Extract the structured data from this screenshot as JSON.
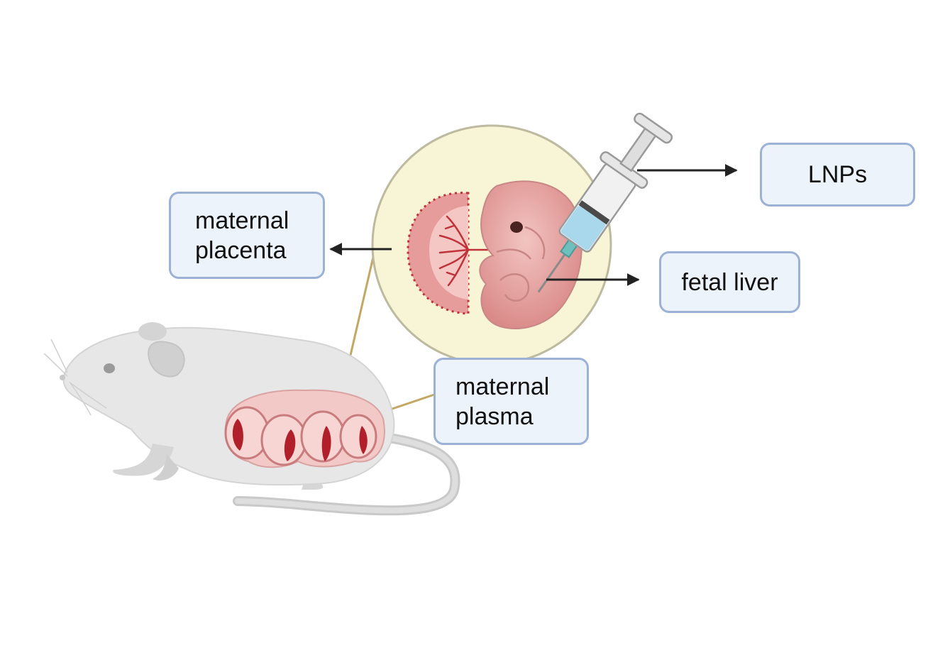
{
  "labels": {
    "maternal_placenta": "maternal\nplacenta",
    "lnps": "LNPs",
    "fetal_liver": "fetal liver",
    "maternal_plasma": "maternal\nplasma"
  },
  "icons": [
    "mouse-icon",
    "uterus-icon",
    "placenta-icon",
    "embryo-icon",
    "syringe-icon"
  ],
  "colors": {
    "box_fill": "#edf3fb",
    "box_border": "#9bb1d6",
    "zoom_circle": "#f7f5d6",
    "zoom_outline": "#bdbaa0",
    "arrow": "#222222",
    "embryo": "#e3a3a2",
    "placenta_red": "#c0323a",
    "mouse": "#e8e8e8",
    "fluid": "#a9d8ec"
  }
}
